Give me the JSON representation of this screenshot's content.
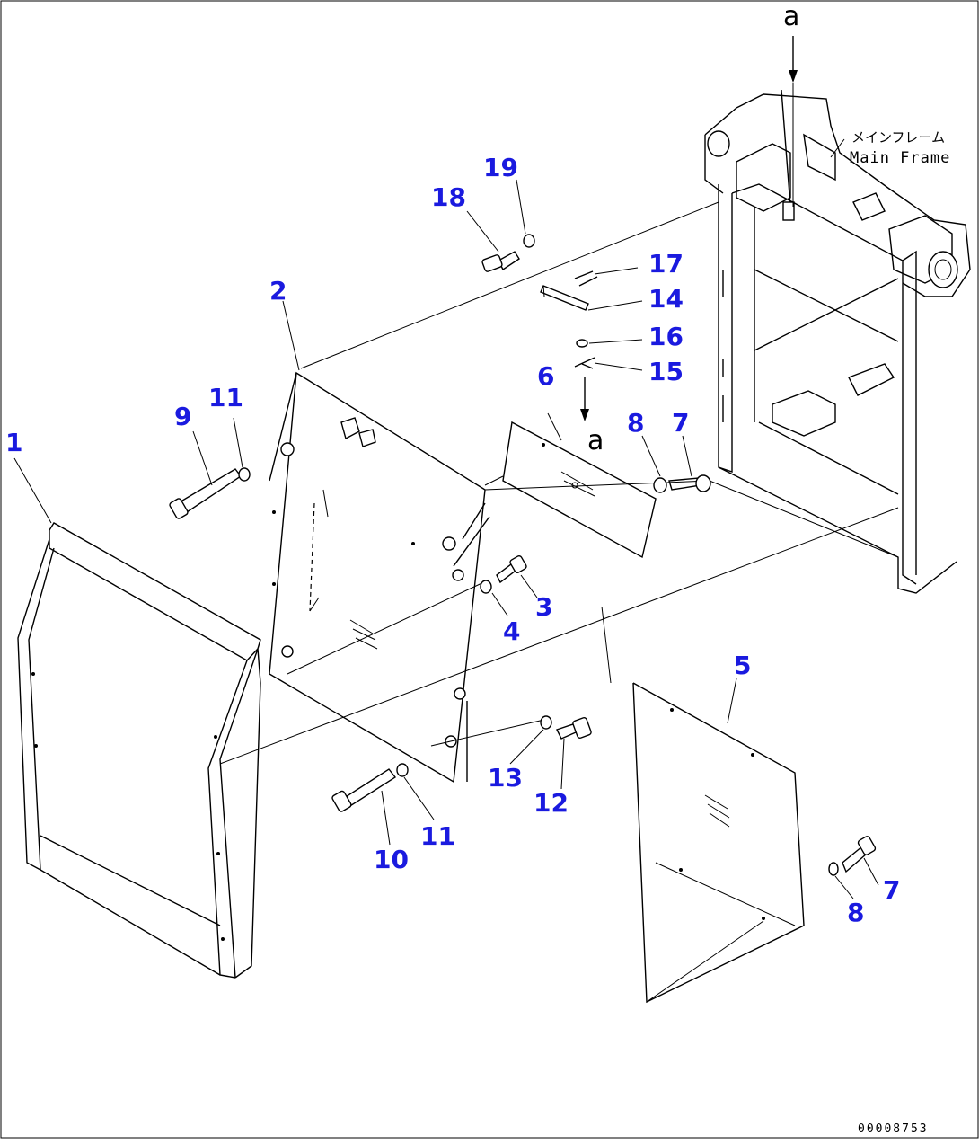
{
  "callouts": {
    "c1": "1",
    "c2": "2",
    "c3": "3",
    "c4": "4",
    "c5": "5",
    "c6": "6",
    "c7a": "7",
    "c7b": "7",
    "c8a": "8",
    "c8b": "8",
    "c9": "9",
    "c10": "10",
    "c11a": "11",
    "c11b": "11",
    "c12": "12",
    "c13": "13",
    "c14": "14",
    "c15": "15",
    "c16": "16",
    "c17": "17",
    "c18": "18",
    "c19": "19"
  },
  "labels": {
    "main_frame_jp": "メインフレーム",
    "main_frame_en": "Main Frame",
    "marker_top": "a",
    "marker_mid": "a"
  },
  "doc_number": "00008753",
  "colors": {
    "callout": "#1a1adf",
    "line": "#000000",
    "background": "#ffffff"
  }
}
